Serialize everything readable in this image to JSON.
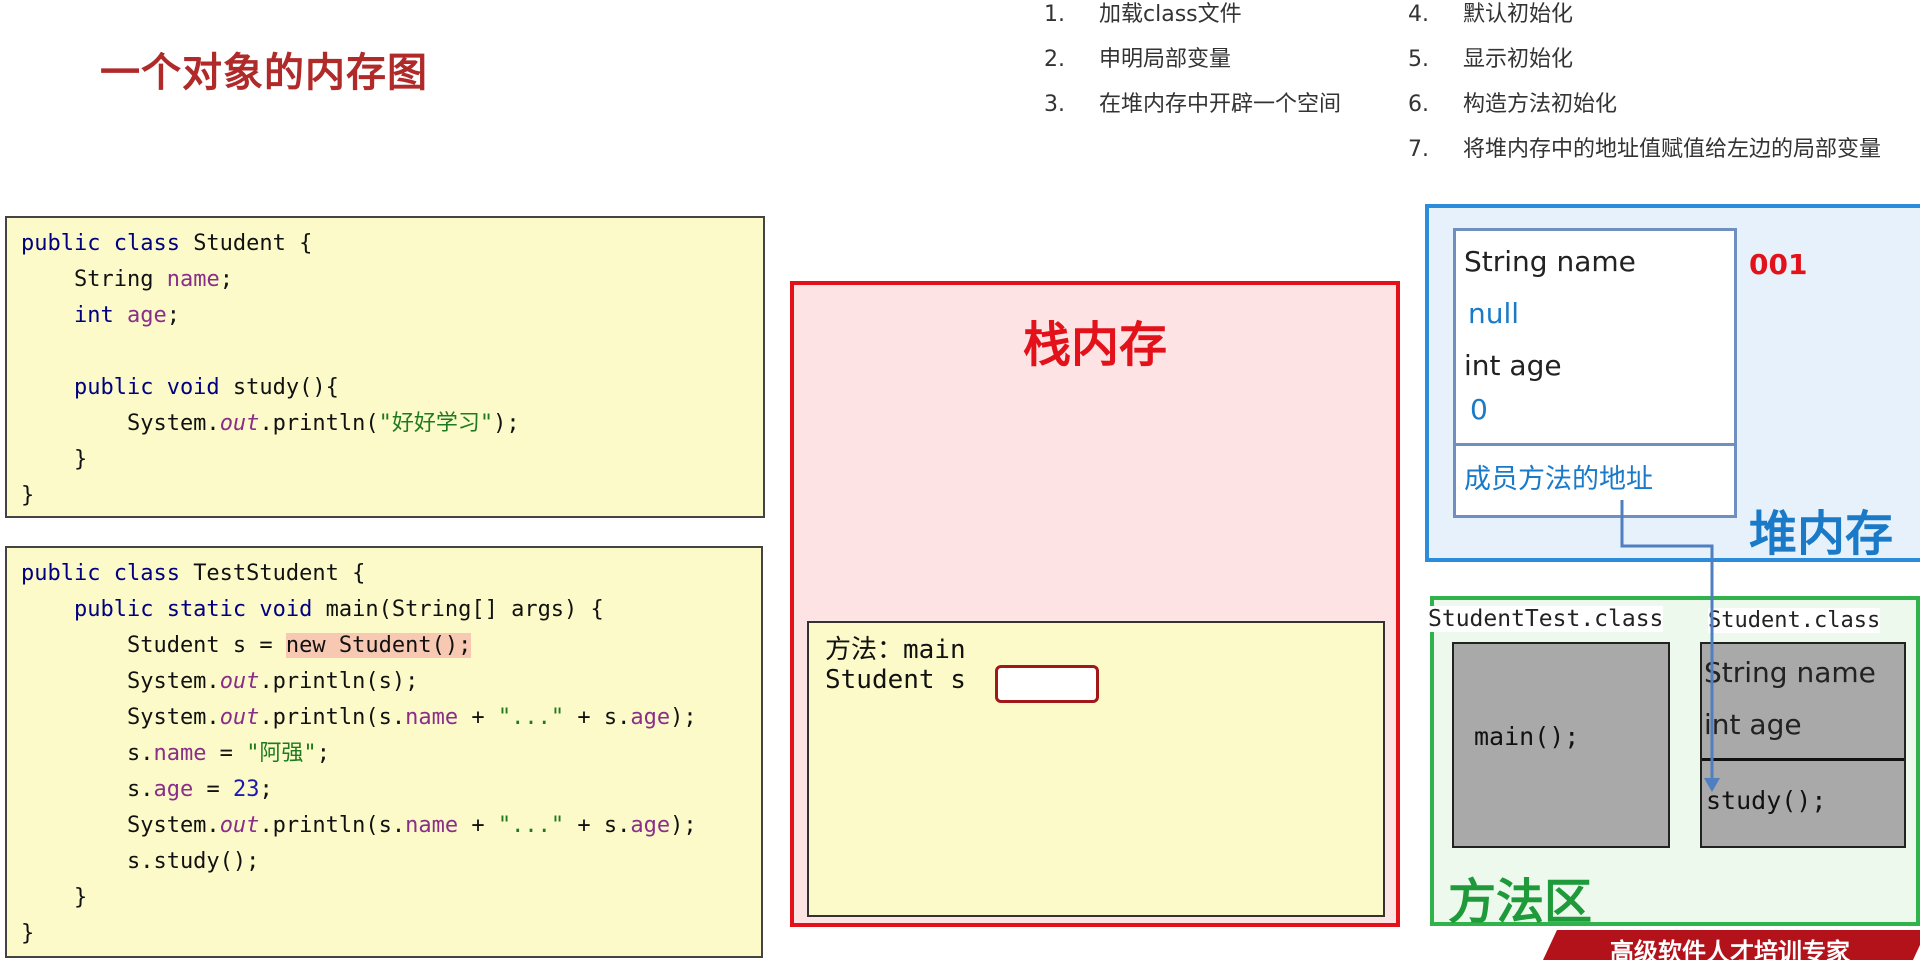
{
  "title": "一个对象的内存图",
  "steps_left": [
    {
      "num": "1.",
      "text": "加载class文件"
    },
    {
      "num": "2.",
      "text": "申明局部变量"
    },
    {
      "num": "3.",
      "text": "在堆内存中开辟一个空间"
    }
  ],
  "steps_right": [
    {
      "num": "4.",
      "text": "默认初始化"
    },
    {
      "num": "5.",
      "text": "显示初始化"
    },
    {
      "num": "6.",
      "text": "构造方法初始化"
    },
    {
      "num": "7.",
      "text": "将堆内存中的地址值赋值给左边的局部变量"
    }
  ],
  "code1": {
    "l1_a": "public class ",
    "l1_b": "Student {",
    "l2_a": "    String ",
    "l2_b": "name",
    "l2_c": ";",
    "l3_a": "    int ",
    "l3_b": "age",
    "l3_c": ";",
    "l5_a": "    public void ",
    "l5_b": "study(){",
    "l6_a": "        System.",
    "l6_b": "out",
    "l6_c": ".println(",
    "l6_d": "\"好好学习\"",
    "l6_e": ");",
    "l7": "    }",
    "l8": "}"
  },
  "code2": {
    "l1_a": "public class ",
    "l1_b": "TestStudent {",
    "l2_a": "    public static void ",
    "l2_b": "main(String[] args) {",
    "l3_a": "        Student s = ",
    "l3_b": "new Student();",
    "l4_a": "        System.",
    "l4_b": "out",
    "l4_c": ".println(s);",
    "l5_a": "        System.",
    "l5_b": "out",
    "l5_c": ".println(s.",
    "l5_d": "name",
    "l5_e": " + ",
    "l5_f": "\"...\"",
    "l5_g": " + s.",
    "l5_h": "age",
    "l5_i": ");",
    "l6_a": "        s.",
    "l6_b": "name",
    "l6_c": " = ",
    "l6_d": "\"阿强\"",
    "l6_e": ";",
    "l7_a": "        s.",
    "l7_b": "age",
    "l7_c": " = ",
    "l7_d": "23",
    "l7_e": ";",
    "l8_a": "        System.",
    "l8_b": "out",
    "l8_c": ".println(s.",
    "l8_d": "name",
    "l8_e": " + ",
    "l8_f": "\"...\"",
    "l8_g": " + s.",
    "l8_h": "age",
    "l8_i": ");",
    "l9": "        s.study();",
    "l10": "    }",
    "l11": "}"
  },
  "stack": {
    "title": "栈内存",
    "frame_method": "方法：main",
    "frame_var": "Student s"
  },
  "heap": {
    "title": "堆内存",
    "address": "001",
    "field1_label": "String name",
    "field1_value": "null",
    "field2_label": "int age",
    "field2_value": "0",
    "method_addr": "成员方法的地址"
  },
  "method_area": {
    "title": "方法区",
    "class1_label": "StudentTest.class",
    "class1_method": "main();",
    "class2_label": "Student.class",
    "class2_field1": "String name",
    "class2_field2": "int age",
    "class2_method": "study();"
  },
  "watermark": "高级软件人才培训专家",
  "colors": {
    "title": "#b02a2a",
    "stack": "#e2111a",
    "heap": "#2b8cdc",
    "method_area": "#2fb34a",
    "keyword": "#000080",
    "field": "#8a2e8a",
    "string": "#1f7a1f"
  }
}
